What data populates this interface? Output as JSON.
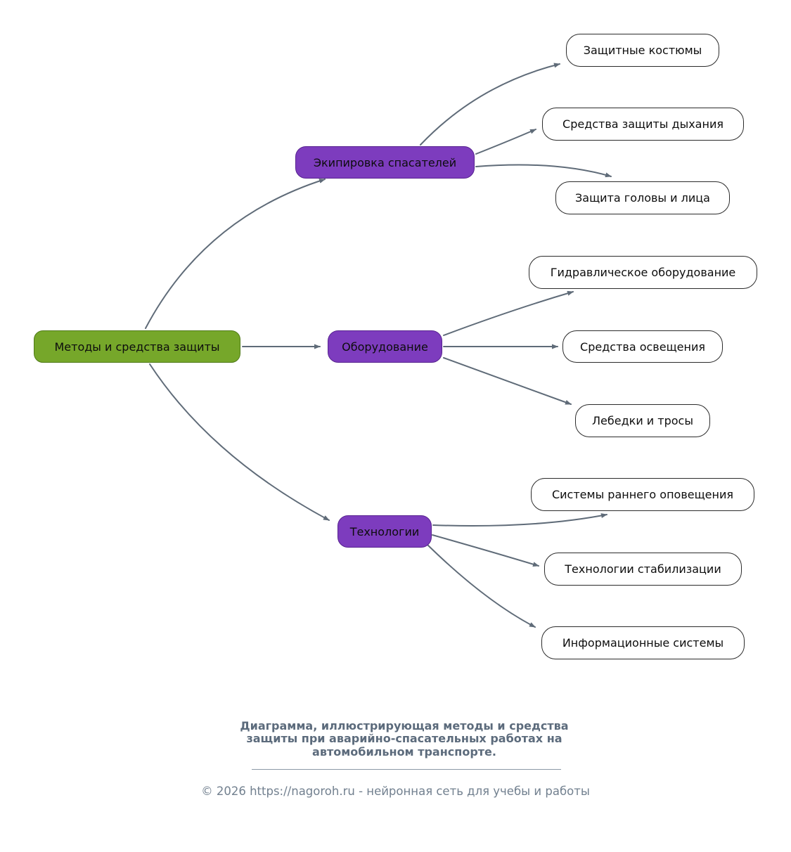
{
  "diagram": {
    "root": {
      "label": "Методы и средства защиты"
    },
    "branches": [
      {
        "label": "Экипировка спасателей",
        "children": [
          {
            "label": "Защитные костюмы"
          },
          {
            "label": "Средства защиты дыхания"
          },
          {
            "label": "Защита головы и лица"
          }
        ]
      },
      {
        "label": "Оборудование",
        "children": [
          {
            "label": "Гидравлическое оборудование"
          },
          {
            "label": "Средства освещения"
          },
          {
            "label": "Лебедки и тросы"
          }
        ]
      },
      {
        "label": "Технологии",
        "children": [
          {
            "label": "Системы раннего оповещения"
          },
          {
            "label": "Технологии стабилизации"
          },
          {
            "label": "Информационные системы"
          }
        ]
      }
    ]
  },
  "caption": {
    "text": "Диаграмма, иллюстрирующая методы и средства защиты при аварийно-спасательных работах на автомобильном транспорте."
  },
  "footer": {
    "text": "© 2026 https://nagoroh.ru - нейронная сеть для учебы и работы"
  },
  "colors": {
    "root_fill": "#76a72a",
    "branch_fill": "#7d3cbe",
    "leaf_fill": "#ffffff",
    "edge": "#5f6b78",
    "caption_text": "#5c6b7c",
    "footer_text": "#72808f"
  }
}
